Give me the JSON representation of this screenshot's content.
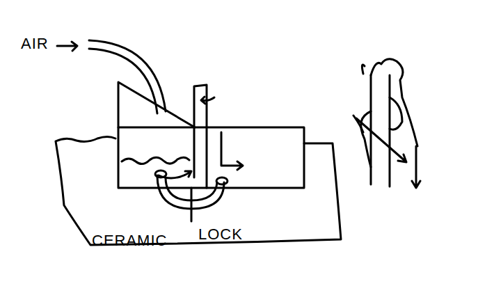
{
  "diagram": {
    "labels": [
      "AIR",
      "CERAMIC",
      "LOCK"
    ]
  }
}
